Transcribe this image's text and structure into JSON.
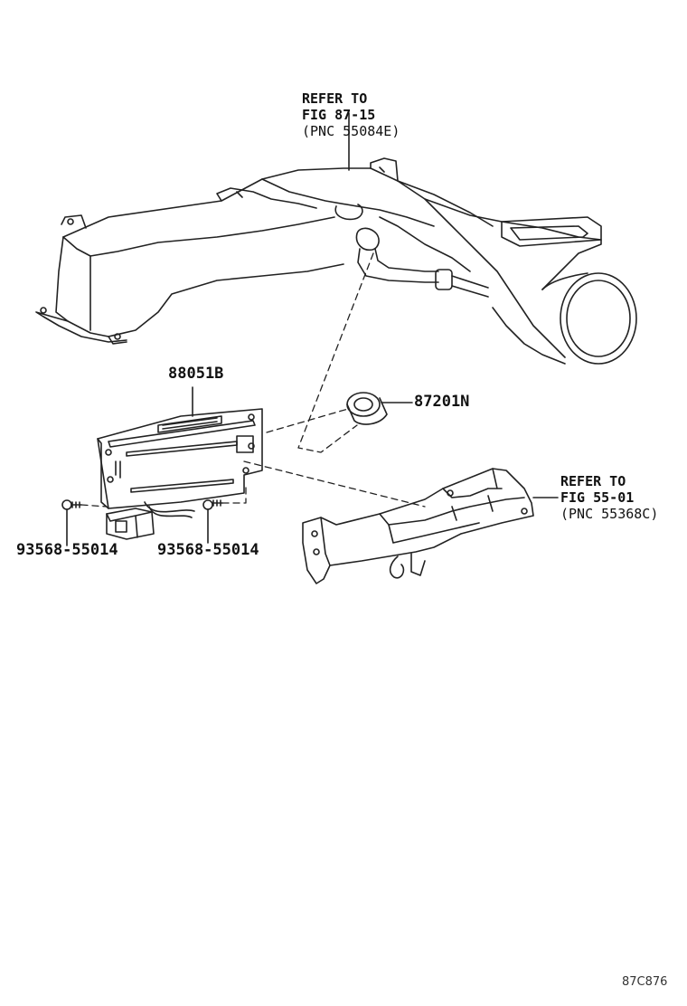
{
  "refers": [
    {
      "line1": "REFER TO",
      "line2": "FIG 87-15",
      "line3": "(PNC 55084E)"
    },
    {
      "line1": "REFER TO",
      "line2": "FIG 55-01",
      "line3": "(PNC 55368C)"
    }
  ],
  "parts": {
    "unit": "88051B",
    "clamp": "87201N",
    "screw_left": "93568-55014",
    "screw_right": "93568-55014"
  },
  "diagram_code": "87C876"
}
